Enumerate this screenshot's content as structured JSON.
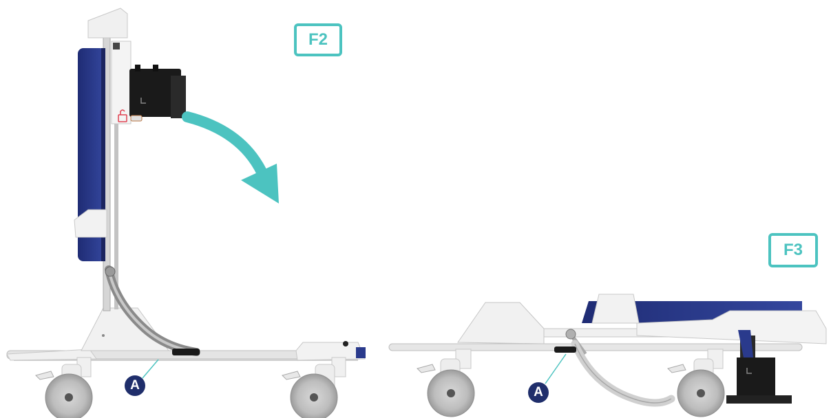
{
  "figures": [
    {
      "id": "F2",
      "label": "F2",
      "callout": "A"
    },
    {
      "id": "F3",
      "label": "F3",
      "callout": "A"
    }
  ],
  "colors": {
    "accent_teal": "#4cc3c0",
    "callout_navy": "#1f2e6b",
    "mattress_blue": "#2a3a8c",
    "frame_white": "#eeeeee",
    "frame_grey": "#b5b5b5",
    "handle_grey": "#8a8a8a",
    "black_unit": "#1a1a1a"
  },
  "icons": [
    "rotate-arrow-icon",
    "lock-icon"
  ]
}
